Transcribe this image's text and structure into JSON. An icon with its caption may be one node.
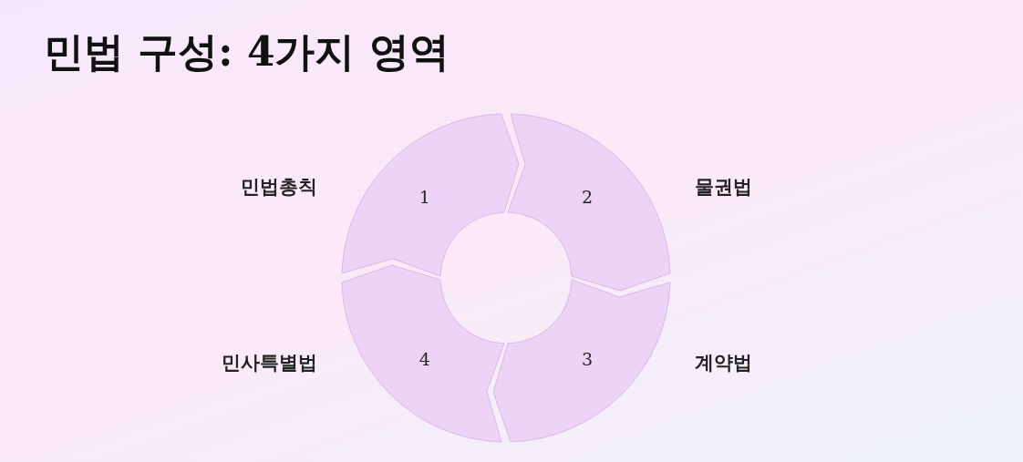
{
  "diagram": {
    "title": "민법 구성: 4가지 영역",
    "nodes": [
      {
        "text": [
          "1"
        ],
        "beside": [
          "민법총칙"
        ]
      },
      {
        "text": [
          "2"
        ],
        "beside": [
          "물권법"
        ]
      },
      {
        "text": [
          "3"
        ],
        "beside": [
          "계약법"
        ]
      },
      {
        "text": [
          "4"
        ],
        "beside": [
          "민사특별법"
        ]
      }
    ],
    "edges": []
  }
}
